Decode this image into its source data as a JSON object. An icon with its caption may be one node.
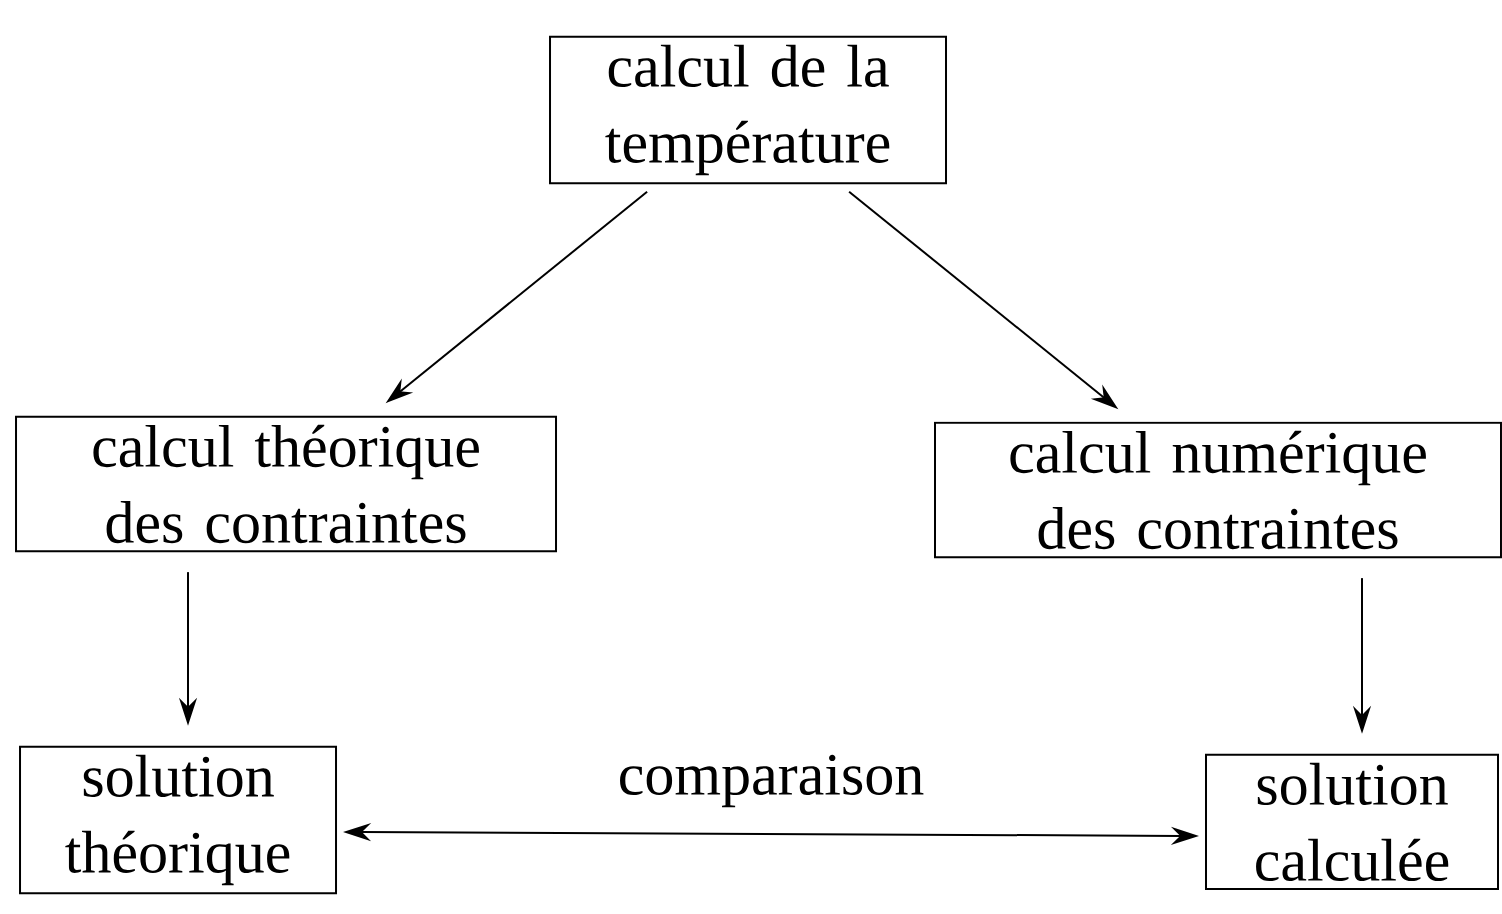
{
  "diagram": {
    "nodes": [
      {
        "text": [
          "calcul de la température"
        ]
      },
      {
        "text": [
          "calcul théorique des contraintes"
        ]
      },
      {
        "text": [
          "calcul numérique des contraintes"
        ]
      },
      {
        "text": [
          "solution théorique"
        ]
      },
      {
        "text": [
          "solution calculée"
        ]
      }
    ],
    "edges": [
      {
        "from": 0,
        "to": 1,
        "arrow": "to"
      },
      {
        "from": 0,
        "to": 2,
        "arrow": "to"
      },
      {
        "from": 1,
        "to": 3,
        "arrow": "to"
      },
      {
        "from": 2,
        "to": 4,
        "arrow": "to"
      },
      {
        "from": 3,
        "to": 4,
        "arrow": "both",
        "label": "comparaison"
      }
    ]
  }
}
